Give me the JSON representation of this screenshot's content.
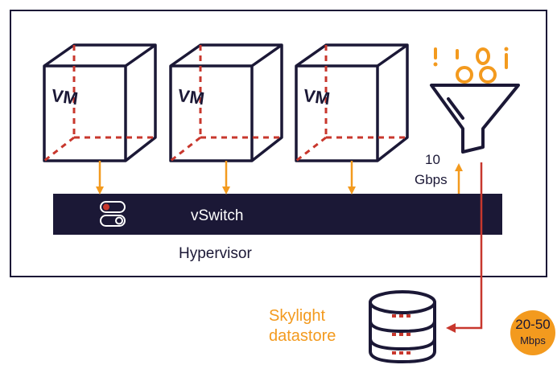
{
  "hypervisor": {
    "label": "Hypervisor"
  },
  "vswitch": {
    "label": "vSwitch"
  },
  "vms": [
    {
      "label": "VM"
    },
    {
      "label": "VM"
    },
    {
      "label": "VM"
    }
  ],
  "uplink": {
    "value": "10",
    "unit": "Gbps"
  },
  "datastore": {
    "line1": "Skylight",
    "line2": "datastore"
  },
  "rate_badge": {
    "value": "20-50",
    "unit": "Mbps"
  },
  "colors": {
    "navy": "#1b1836",
    "orange": "#f39a1e",
    "red": "#c8372d",
    "white": "#ffffff"
  },
  "icons": {
    "vm": "cube-icon",
    "filter": "funnel-icon",
    "toggle": "toggle-switch-icon",
    "datastore": "database-icon"
  }
}
